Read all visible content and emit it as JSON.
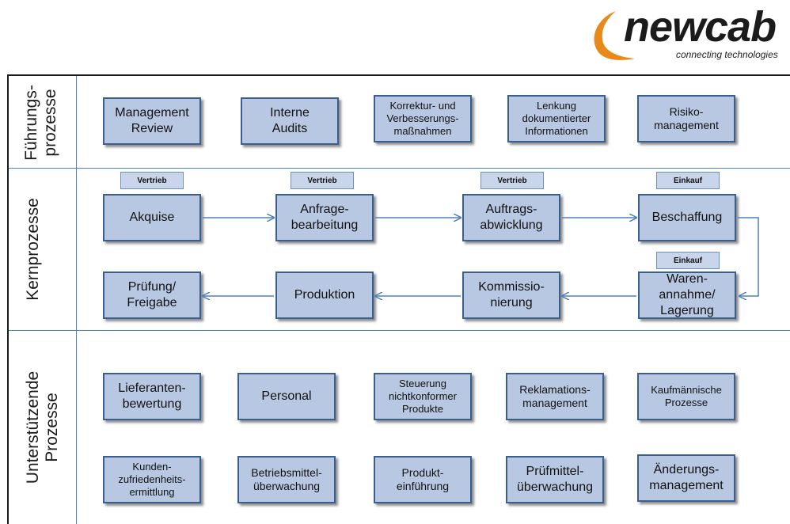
{
  "logo": {
    "word": "newcab",
    "tagline": "connecting technologies",
    "swoosh_color": "#e8891c"
  },
  "colors": {
    "box_fill": "#b8c8e2",
    "box_border": "#3a5f8f",
    "line": "#4f81bd",
    "arrow": "#4f81bd"
  },
  "lanes": {
    "fuehrung": "Führungs-\nprozesse",
    "kern": "Kernprozesse",
    "unterstuetzend": "Unterstützende\nProzesse"
  },
  "fuehrung_boxes": [
    "Management\nReview",
    "Interne\nAudits",
    "Korrektur- und\nVerbesserungs-\nmaßnahmen",
    "Lenkung\ndokumentierter\nInformationen",
    "Risiko-\nmanagement"
  ],
  "kern": {
    "tags": [
      "Vertrieb",
      "Vertrieb",
      "Vertrieb",
      "Einkauf",
      "Einkauf"
    ],
    "row1": [
      "Akquise",
      "Anfrage-\nbearbeitung",
      "Auftrags-\nabwicklung",
      "Beschaffung"
    ],
    "row2": [
      "Prüfung/\nFreigabe",
      "Produktion",
      "Kommissio-\nnierung",
      "Waren-\nannahme/\nLagerung"
    ]
  },
  "support_row1": [
    "Lieferanten-\nbewertung",
    "Personal",
    "Steuerung\nnichtkonformer\nProdukte",
    "Reklamations-\nmanagement",
    "Kaufmännische\nProzesse"
  ],
  "support_row2": [
    "Kunden-\nzufriedenheits-\nermittlung",
    "Betriebsmittel-\nüberwachung",
    "Produkt-\neinführung",
    "Prüfmittel-\nüberwachung",
    "Änderungs-\nmanagement"
  ]
}
